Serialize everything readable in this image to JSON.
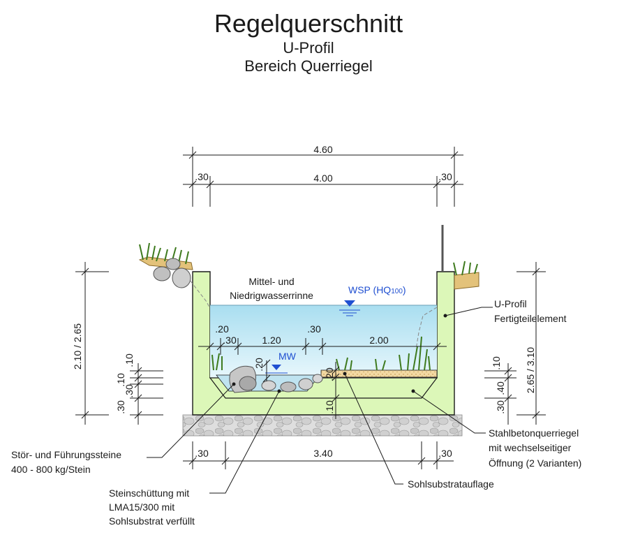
{
  "header": {
    "title": "Regelquerschnitt",
    "subtitle1": "U-Profil",
    "subtitle2": "Bereich Querriegel"
  },
  "dimensions": {
    "total_width": "4.60",
    "inner_width": "4.00",
    "wall_left": ".30",
    "wall_right": ".30",
    "bottom_wall_left": ".30",
    "bottom_wall_right": ".30",
    "bottom_inner": "3.40",
    "left_height": "2.10 / 2.65",
    "right_height": "2.65 / 3.10",
    "channel_120": "1.20",
    "channel_200": "2.00",
    "dim_30_a": ".30",
    "dim_30_b": ".30",
    "dim_20_a": ".20",
    "dim_20_b": ".20",
    "dim_20_c": ".20",
    "dim_10_a": ".10",
    "left_10_top": ".10",
    "left_10_mid": ".10",
    "left_30_mid": ".30",
    "left_30_bot": ".30",
    "right_10_top": ".10",
    "right_40": ".40",
    "right_30_bot": ".30"
  },
  "labels": {
    "mittel_line1": "Mittel- und",
    "mittel_line2": "Niedrigwasserrinne",
    "wsp": "WSP (HQ",
    "wsp_sub": "100",
    "wsp_close": ")",
    "mw": "MW",
    "uprofil_line1": "U-Profil",
    "uprofil_line2": "Fertigteilelement",
    "stoer_line1": "Stör- und Führungssteine",
    "stoer_line2": "400 - 800 kg/Stein",
    "stein_line1": "Steinschüttung mit",
    "stein_line2": "LMA15/300 mit",
    "stein_line3": "Sohlsubstrat verfüllt",
    "sohl": "Sohlsubstratauflage",
    "stahl_line1": "Stahlbetonquerriegel",
    "stahl_line2": "mit wechselseitiger",
    "stahl_line3": "Öffnung (2 Varianten)"
  },
  "colors": {
    "concrete": "#dcf7b8",
    "water": "#bfe9f5",
    "gravel": "#d9d9d9",
    "substrate": "#f3d9a3",
    "accent_blue": "#1f4fd1",
    "line": "#1a1a1a"
  }
}
